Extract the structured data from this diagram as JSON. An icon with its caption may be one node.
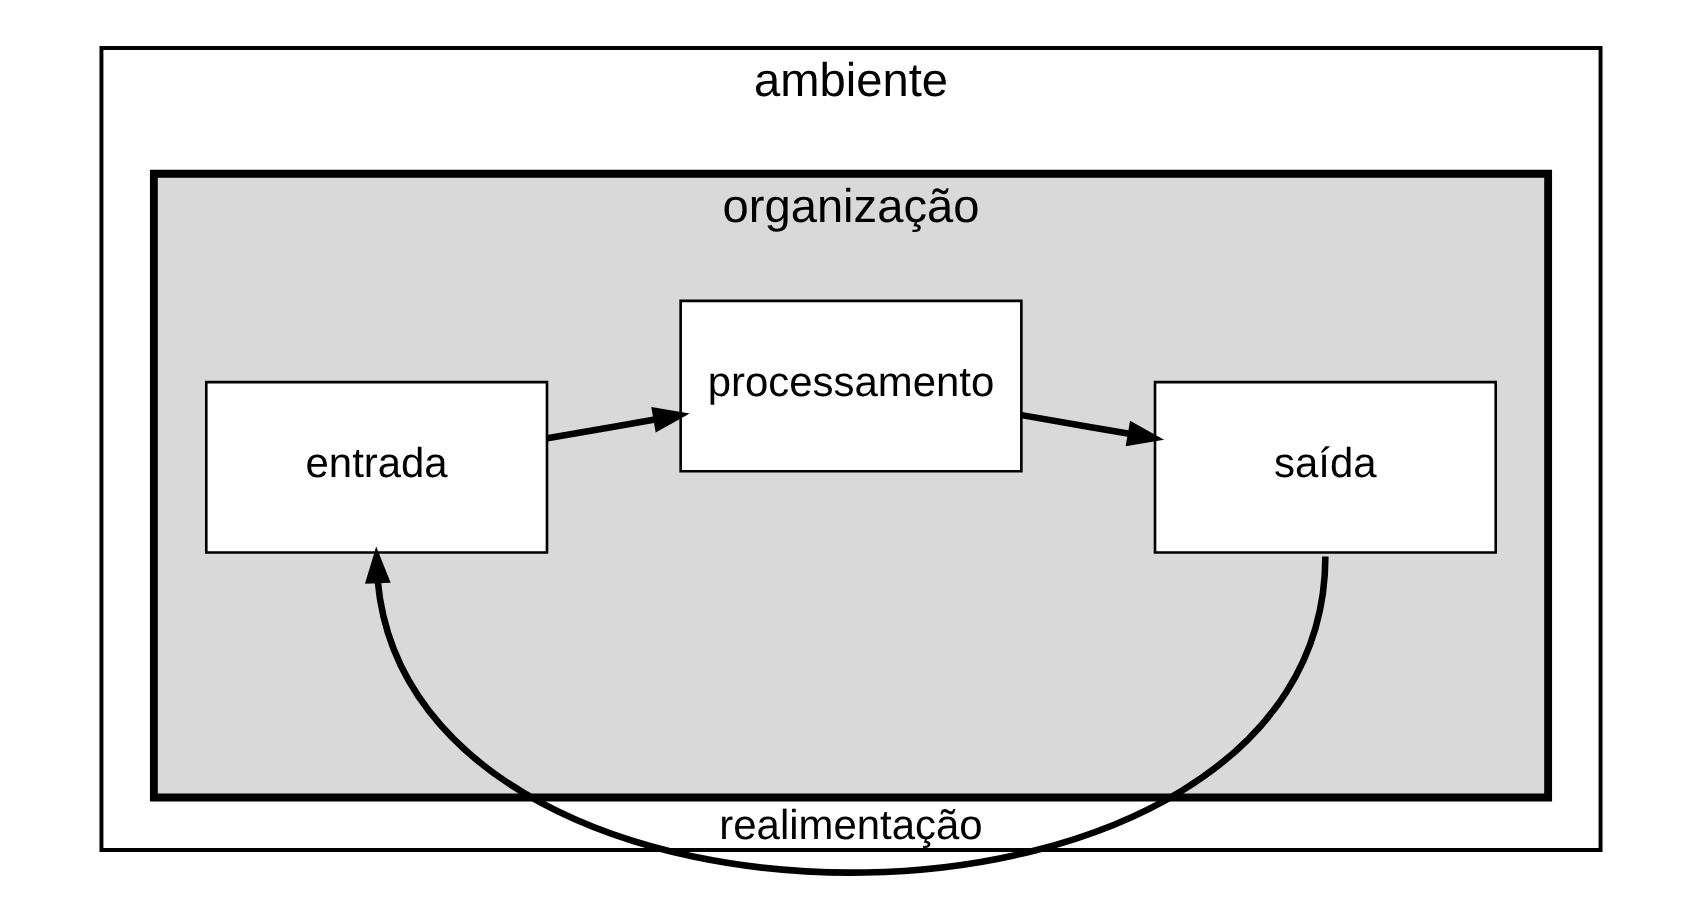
{
  "diagram": {
    "nodes": [
      {
        "text": [
          "ambiente"
        ]
      },
      {
        "text": [
          "organização"
        ],
        "in": 0
      },
      {
        "text": [
          "entrada"
        ],
        "in": 1
      },
      {
        "text": [
          "processamento"
        ],
        "in": 1
      },
      {
        "text": [
          "saída"
        ],
        "in": 1
      }
    ],
    "edges": [
      {
        "from": 2,
        "to": 3,
        "arrow": "to"
      },
      {
        "from": 3,
        "to": 4,
        "arrow": "to"
      },
      {
        "from": 4,
        "to": 2,
        "arrow": "to",
        "label": "realimentação"
      }
    ]
  }
}
